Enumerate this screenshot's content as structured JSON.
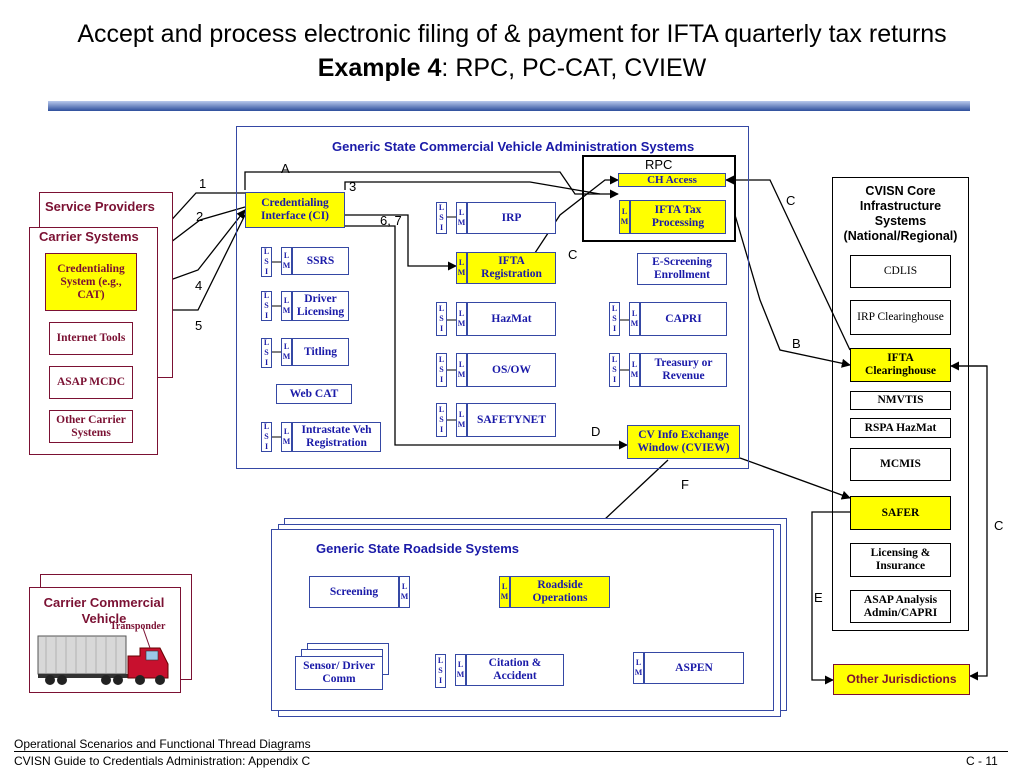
{
  "title": {
    "line1": "Accept and process electronic filing of & payment for IFTA quarterly tax returns",
    "line2_bold": "Example 4",
    "line2_rest": ": RPC, PC-CAT, CVIEW"
  },
  "state_admin": {
    "heading": "Generic State Commercial Vehicle Administration Systems",
    "ci": "Credentialing Interface (CI)",
    "ssrs": "SSRS",
    "driver_lic": "Driver Licensing",
    "titling": "Titling",
    "web_cat": "Web CAT",
    "intrastate": "Intrastate Veh Registration",
    "irp": "IRP",
    "ifta_reg": "IFTA Registration",
    "hazmat": "HazMat",
    "osow": "OS/OW",
    "safetynet": "SAFETYNET",
    "escreening": "E-Screening Enrollment",
    "capri": "CAPRI",
    "treasury": "Treasury or Revenue",
    "cview": "CV Info Exchange Window (CVIEW)"
  },
  "rpc": {
    "label": "RPC",
    "ch_access": "CH Access",
    "ifta_tax": "IFTA Tax Processing"
  },
  "lsi": {
    "l": "L",
    "s": "S",
    "i": "I"
  },
  "lm": {
    "l": "L",
    "m": "M"
  },
  "service_providers": {
    "heading": "Service Providers",
    "carrier_systems": "Carrier Systems",
    "cred_system": "Credentialing System (e.g., CAT)",
    "internet_tools": "Internet Tools",
    "asap": "ASAP MCDC",
    "other_carrier": "Other Carrier Systems"
  },
  "cvisn": {
    "heading": "CVISN Core Infrastructure Systems (National/Regional)",
    "cdlis": "CDLIS",
    "irp_ch": "IRP Clearinghouse",
    "ifta_ch": "IFTA Clearinghouse",
    "nmvtis": "NMVTIS",
    "rspa": "RSPA HazMat",
    "mcmis": "MCMIS",
    "safer": "SAFER",
    "licensing": "Licensing & Insurance",
    "asap_analysis": "ASAP Analysis Admin/CAPRI"
  },
  "other_jurisdictions": "Other Jurisdictions",
  "roadside": {
    "heading": "Generic State Roadside Systems",
    "screening": "Screening",
    "roadside_ops": "Roadside Operations",
    "sensor": "Sensor/ Driver Comm",
    "citation": "Citation & Accident",
    "aspen": "ASPEN"
  },
  "vehicle": {
    "label": "Carrier Commercial Vehicle",
    "transponder": "Transponder"
  },
  "flow_labels": {
    "n1": "1",
    "n2": "2",
    "n3": "3",
    "n4": "4",
    "n5": "5",
    "n67": "6, 7",
    "A": "A",
    "B": "B",
    "C1": "C",
    "C2": "C",
    "C3": "C",
    "D": "D",
    "E": "E",
    "F": "F"
  },
  "footer": {
    "line1": "Operational Scenarios and Functional Thread Diagrams",
    "line2": "CVISN Guide to Credentials Administration:  Appendix C",
    "page": "C - 11"
  },
  "colors": {
    "navy": "#1a1aa8",
    "frame": "#3548a4",
    "maroon": "#7b1133",
    "highlight": "#ffff00",
    "bar": "#2e4f9c"
  }
}
